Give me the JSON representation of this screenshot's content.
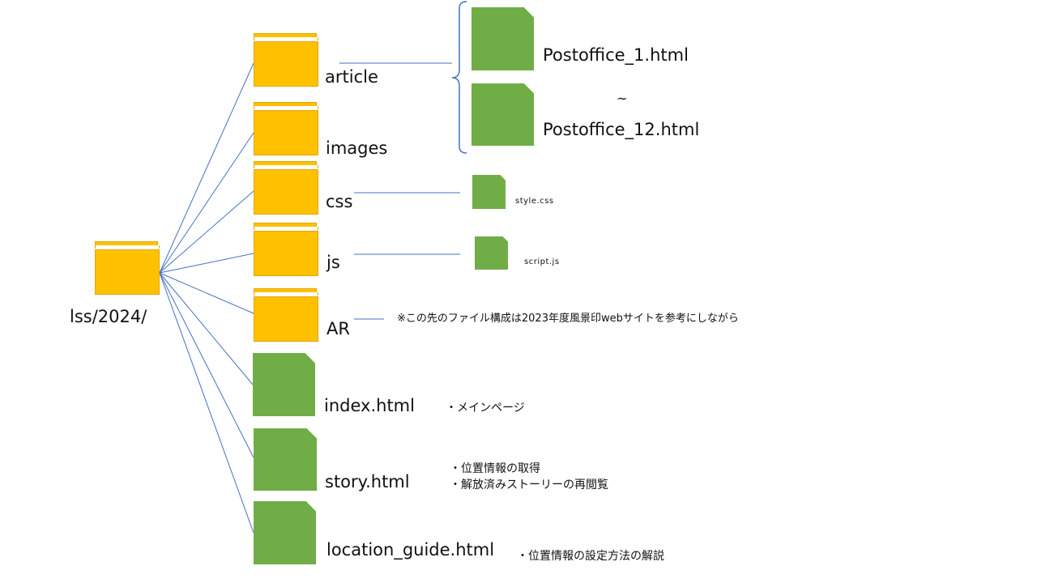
{
  "root": {
    "label": "lss/2024/"
  },
  "folders": [
    {
      "key": "article",
      "label": "article"
    },
    {
      "key": "images",
      "label": "images"
    },
    {
      "key": "css",
      "label": "css"
    },
    {
      "key": "js",
      "label": "js"
    },
    {
      "key": "ar",
      "label": "AR"
    }
  ],
  "files": [
    {
      "key": "index",
      "label": "index.html"
    },
    {
      "key": "story",
      "label": "story.html"
    },
    {
      "key": "location_guide",
      "label": "location_guide.html"
    }
  ],
  "article_files": {
    "first": "Postoffice_1.html",
    "separator": "~",
    "last": "Postoffice_12.html"
  },
  "css_file": "style.css",
  "js_file": "script.js",
  "notes": {
    "ar": "※この先のファイル構成は2023年度風景印webサイトを参考にしながら",
    "index": "・メインページ",
    "story": [
      "・位置情報の取得",
      "・解放済みストーリーの再閲覧"
    ],
    "location_guide": "・位置情報の設定方法の解説"
  },
  "colors": {
    "folder": "#ffc000",
    "file": "#70ad47",
    "connector": "#4472c4"
  }
}
